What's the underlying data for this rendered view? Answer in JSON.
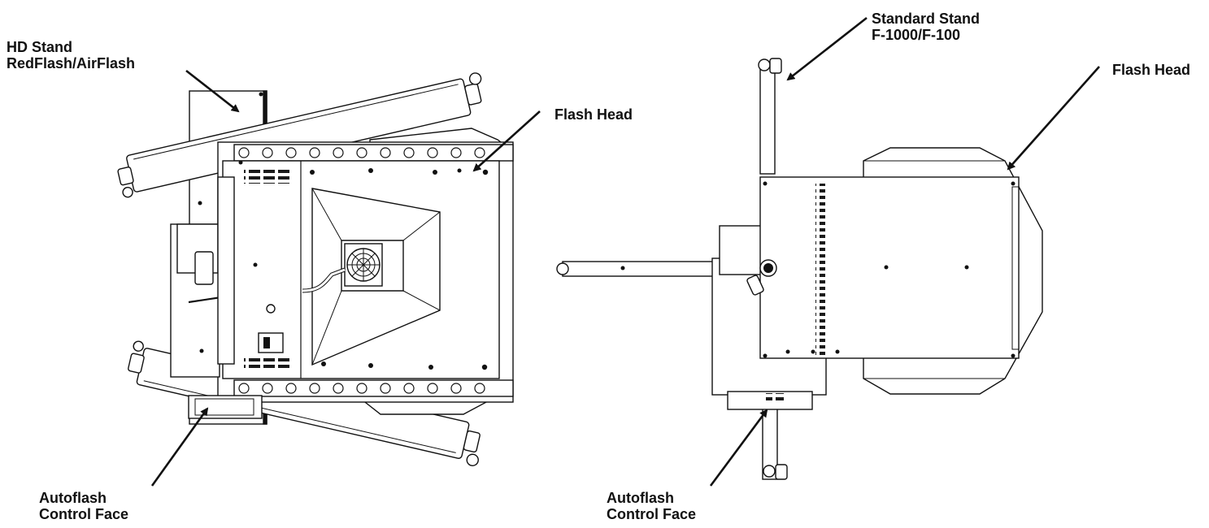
{
  "diagrams": [
    {
      "name": "hd-stand-assembly",
      "labels": {
        "stand": [
          "HD Stand",
          "RedFlash/AirFlash"
        ],
        "head": [
          "Flash Head"
        ],
        "control": [
          "Autoflash",
          "Control Face"
        ]
      }
    },
    {
      "name": "standard-stand-assembly",
      "labels": {
        "stand": [
          "Standard Stand",
          "F-1000/F-100"
        ],
        "head": [
          "Flash Head"
        ],
        "control": [
          "Autoflash",
          "Control Face"
        ]
      }
    }
  ],
  "colors": {
    "ink": "#111111",
    "fill": "#ffffff",
    "shade": "#c8c8c8",
    "dark": "#1a1a1a"
  }
}
